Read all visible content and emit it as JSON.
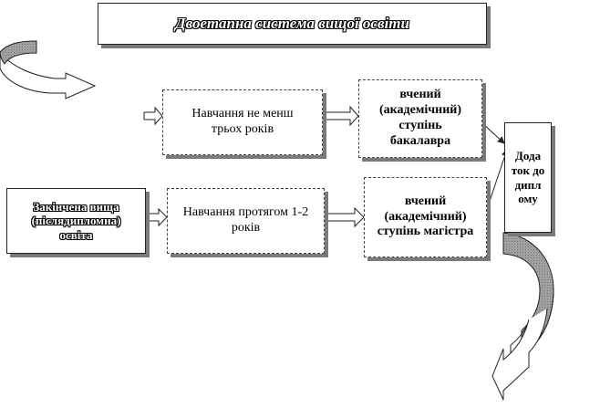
{
  "title": "Двоетапна система вищої освіти",
  "nodes": {
    "completed_education": "Закінчена вища (післядипломна) освіта",
    "study_three_years": "Навчання не менш трьох років",
    "study_one_two_years": "Навчання протягом 1-2  років",
    "bachelor_degree": "вчений (академічний) ступінь бакалавра",
    "master_degree": "вчений (академічний) ступінь магістра",
    "diploma_supplement": "Дода ток до дипл ому"
  },
  "colors": {
    "border": "#222222",
    "shadow": "#7a7a7a",
    "gray_fill": "#9a9a9a"
  }
}
